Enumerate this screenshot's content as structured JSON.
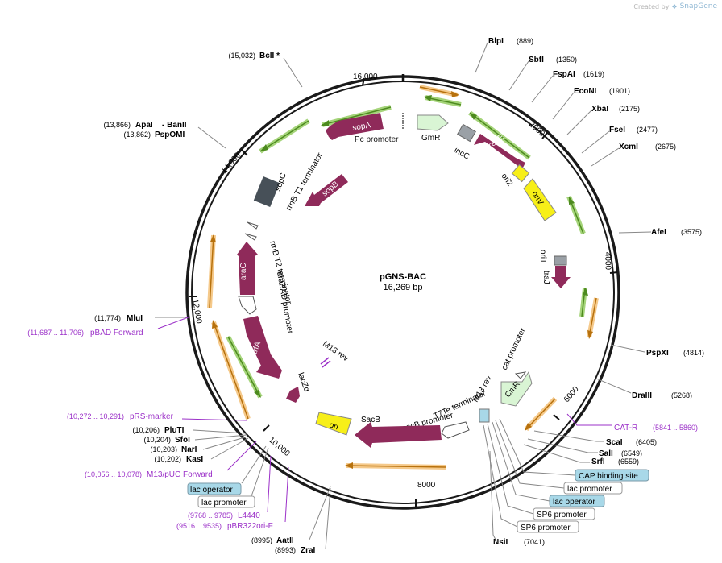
{
  "credit": {
    "prefix": "Created by",
    "brand": "SnapGene"
  },
  "plasmid": {
    "name": "pGNS-BAC",
    "length_label": "16,269 bp",
    "length": 16269
  },
  "ticks": [
    "16,000",
    "2000",
    "4000",
    "6000",
    "8000",
    "10,000",
    "12,000",
    "14,000"
  ],
  "sites_right": [
    {
      "name": "BlpI",
      "pos": "(889)"
    },
    {
      "name": "SbfI",
      "pos": "(1350)"
    },
    {
      "name": "FspAI",
      "pos": "(1619)"
    },
    {
      "name": "EcoNI",
      "pos": "(1901)"
    },
    {
      "name": "XbaI",
      "pos": "(2175)"
    },
    {
      "name": "FseI",
      "pos": "(2477)"
    },
    {
      "name": "XcmI",
      "pos": "(2675)"
    },
    {
      "name": "AfeI",
      "pos": "(3575)"
    },
    {
      "name": "PspXI",
      "pos": "(4814)"
    },
    {
      "name": "DraIII",
      "pos": "(5268)"
    },
    {
      "name": "ScaI",
      "pos": "(6405)"
    },
    {
      "name": "SalI",
      "pos": "(6549)"
    },
    {
      "name": "SrfI",
      "pos": "(6559)"
    },
    {
      "name": "NsiI",
      "pos": "(7041)"
    }
  ],
  "sites_left": [
    {
      "name": "BclI *",
      "pos": "(15,032)"
    },
    {
      "name": "ApaI",
      "pos": "(13,866)",
      "extra": "- BanII"
    },
    {
      "name": "PspOMI",
      "pos": "(13,862)"
    },
    {
      "name": "MluI",
      "pos": "(11,774)"
    },
    {
      "name": "PluTI",
      "pos": "(10,206)"
    },
    {
      "name": "SfoI",
      "pos": "(10,204)"
    },
    {
      "name": "NarI",
      "pos": "(10,203)"
    },
    {
      "name": "KasI",
      "pos": "(10,202)"
    },
    {
      "name": "AatII",
      "pos": "(8995)"
    },
    {
      "name": "ZraI",
      "pos": "(8993)"
    }
  ],
  "primers": [
    {
      "name": "pBAD Forward",
      "range": "(11,687 .. 11,706)"
    },
    {
      "name": "pRS-marker",
      "range": "(10,272 .. 10,291)"
    },
    {
      "name": "M13/pUC Forward",
      "range": "(10,056 .. 10,078)"
    },
    {
      "name": "L4440",
      "range": "(9768 .. 9785)"
    },
    {
      "name": "pBR322ori-F",
      "range": "(9516 .. 9535)"
    },
    {
      "name": "CAT-R",
      "range": "(5841 .. 5860)"
    }
  ],
  "boxed_features": [
    {
      "label": "CAP binding site",
      "style": "blue"
    },
    {
      "label": "lac promoter",
      "style": "white"
    },
    {
      "label": "lac operator",
      "style": "blue"
    },
    {
      "label": "SP6 promoter",
      "style": "white"
    },
    {
      "label": "SP6 promoter",
      "style": "white"
    },
    {
      "label": "lac operator",
      "style": "blue"
    },
    {
      "label": "lac promoter",
      "style": "white"
    }
  ],
  "features": {
    "sopA": "sopA",
    "sopB": "sopB",
    "sopC": "sopC",
    "repE": "repE",
    "oriV": "oriV",
    "ori2": "ori2",
    "incC": "incC",
    "oriT": "oriT",
    "traJ": "traJ",
    "araC": "araC",
    "trfA": "trfA",
    "CmR": "CmR",
    "SacB": "SacB",
    "ori": "ori",
    "lacZa": "lacZα",
    "GmR": "GmR",
    "Pc_promoter": "Pc promoter",
    "rrnB_T1": "rrnB T1 terminator",
    "rrnB_T2": "rrnB T2 terminator",
    "araBAD": "araBAD promoter",
    "M13rev_a": "M13 rev",
    "M13rev_b": "M13 rev",
    "cat_promoter": "cat promoter",
    "T7Te": "T7Te terminator",
    "sacB_promoter": "sacB promoter"
  },
  "colors": {
    "backbone": "#1a1a1a",
    "gene": "#8f2a5a",
    "yellow": "#f7ef18",
    "green_light": "#d9f5d4",
    "gray": "#9aa0a6",
    "dark_gray": "#475058",
    "orf_green": "#7cc24a",
    "orf_orange": "#f5b85a",
    "primer": "#9b30c8",
    "box_blue": "#a8d8e8"
  }
}
